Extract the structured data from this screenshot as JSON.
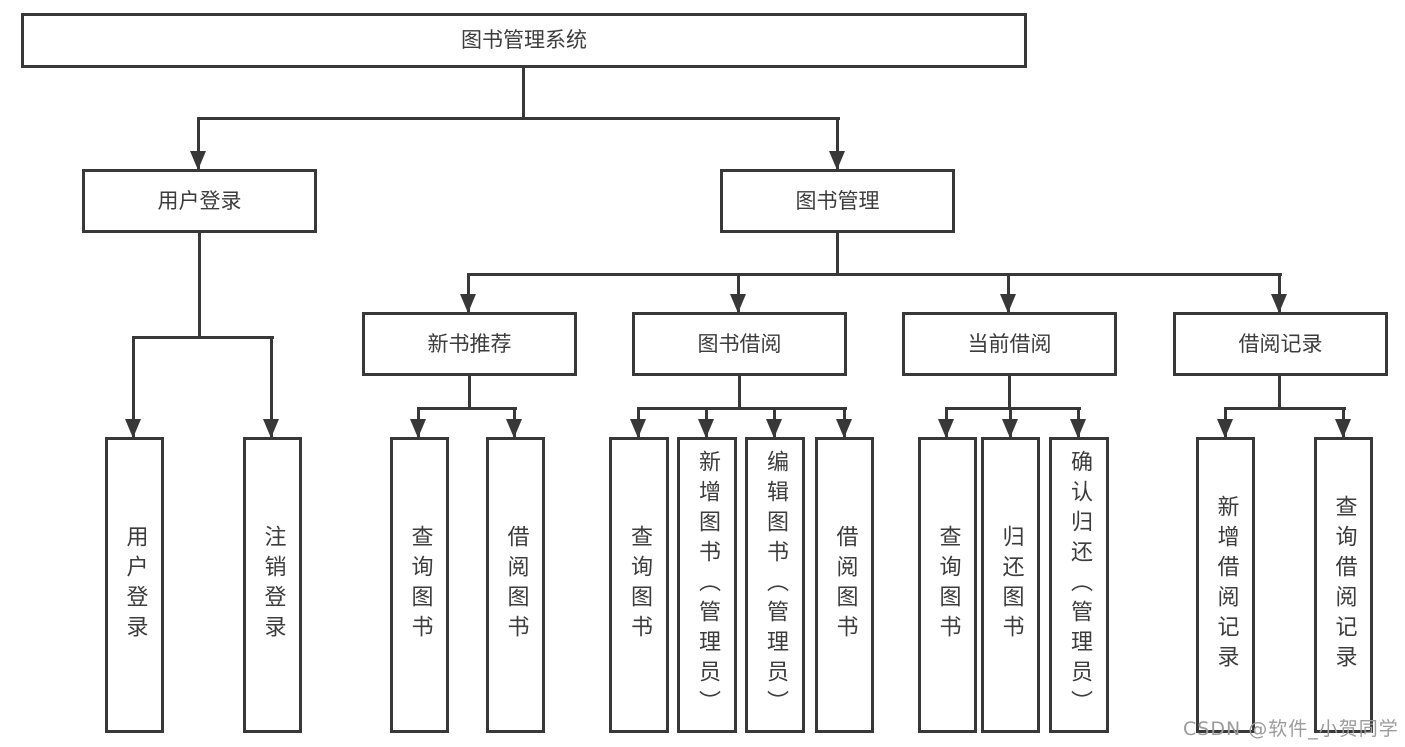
{
  "diagram": {
    "type": "hierarchy-tree",
    "tree": {
      "label": "图书管理系统",
      "children": [
        {
          "label": "用户登录",
          "children": [
            {
              "label": "用户登录"
            },
            {
              "label": "注销登录"
            }
          ]
        },
        {
          "label": "图书管理",
          "children": [
            {
              "label": "新书推荐",
              "children": [
                {
                  "label": "查询图书"
                },
                {
                  "label": "借阅图书"
                }
              ]
            },
            {
              "label": "图书借阅",
              "children": [
                {
                  "label": "查询图书"
                },
                {
                  "label": "新增图书（管理员）"
                },
                {
                  "label": "编辑图书（管理员）"
                },
                {
                  "label": "借阅图书"
                }
              ]
            },
            {
              "label": "当前借阅",
              "children": [
                {
                  "label": "查询图书"
                },
                {
                  "label": "归还图书"
                },
                {
                  "label": "确认归还（管理员）"
                }
              ]
            },
            {
              "label": "借阅记录",
              "children": [
                {
                  "label": "新增借阅记录"
                },
                {
                  "label": "查询借阅记录"
                }
              ]
            }
          ]
        }
      ]
    },
    "colors": {
      "line": "#383838",
      "text": "#3c3c3c",
      "box_fill": "#ffffff",
      "background": "#ffffff",
      "watermark": "#9b9b9b"
    }
  },
  "watermark": {
    "text": "CSDN @软件_小贺同学"
  }
}
